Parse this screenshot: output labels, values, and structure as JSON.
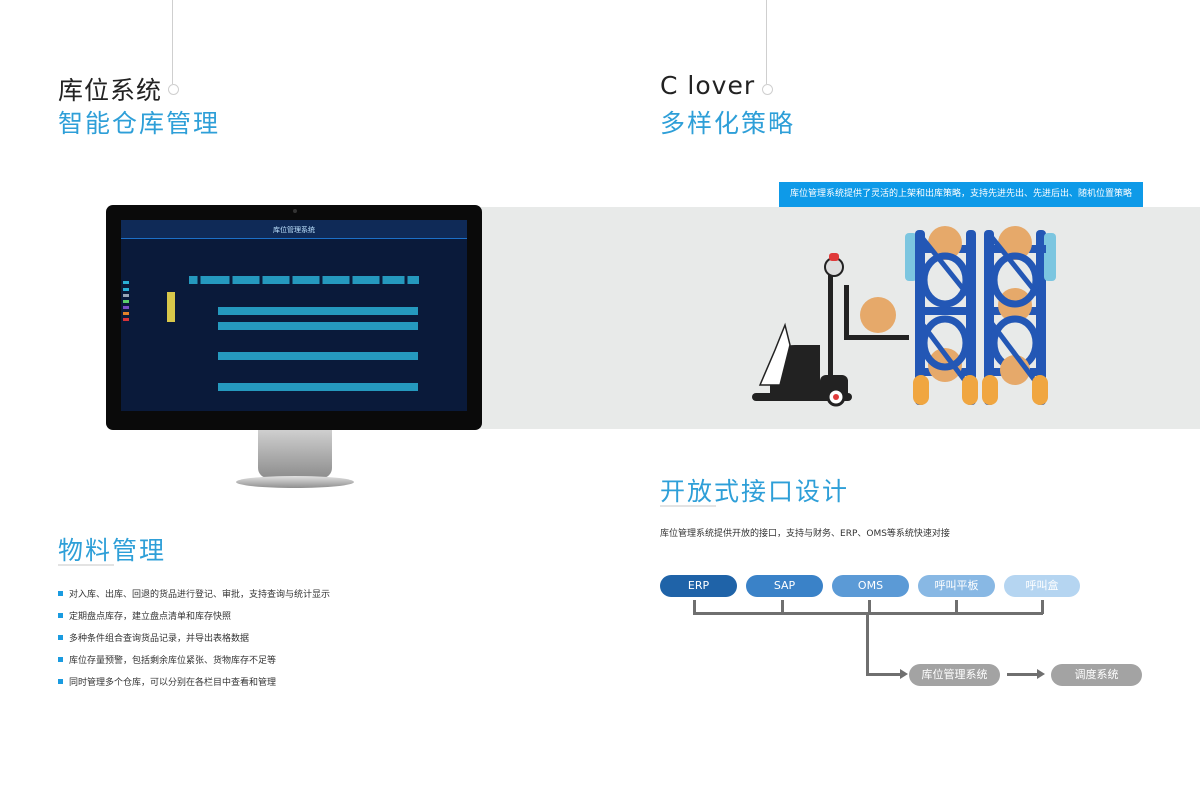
{
  "left_header": {
    "title": "库位系统",
    "subtitle": "智能仓库管理"
  },
  "right_header": {
    "title": "C lover",
    "subtitle": "多样化策略"
  },
  "strategy_banner": "库位管理系统提供了灵活的上架和出库策略，支持先进先出、先进后出、随机位置策略",
  "screen": {
    "app_title": "库位管理系统"
  },
  "materials": {
    "title": "物料管理",
    "items": [
      "对入库、出库、回退的货品进行登记、审批，支持查询与统计显示",
      "定期盘点库存，建立盘点清单和库存快照",
      "多种条件组合查询货品记录，并导出表格数据",
      "库位存量预警，包括剩余库位紧张、货物库存不足等",
      "同时管理多个仓库，可以分别在各栏目中查看和管理"
    ]
  },
  "interface": {
    "title": "开放式接口设计",
    "description": "库位管理系统提供开放的接口，支持与财务、ERP、OMS等系统快速对接",
    "sources": [
      {
        "label": "ERP",
        "color": "#1f63a8"
      },
      {
        "label": "SAP",
        "color": "#3a82c8"
      },
      {
        "label": "OMS",
        "color": "#5b9ad6"
      },
      {
        "label": "呼叫平板",
        "color": "#88b8e4"
      },
      {
        "label": "呼叫盒",
        "color": "#b5d5f1"
      }
    ],
    "wms": "库位管理系统",
    "dispatch": "调度系统"
  }
}
